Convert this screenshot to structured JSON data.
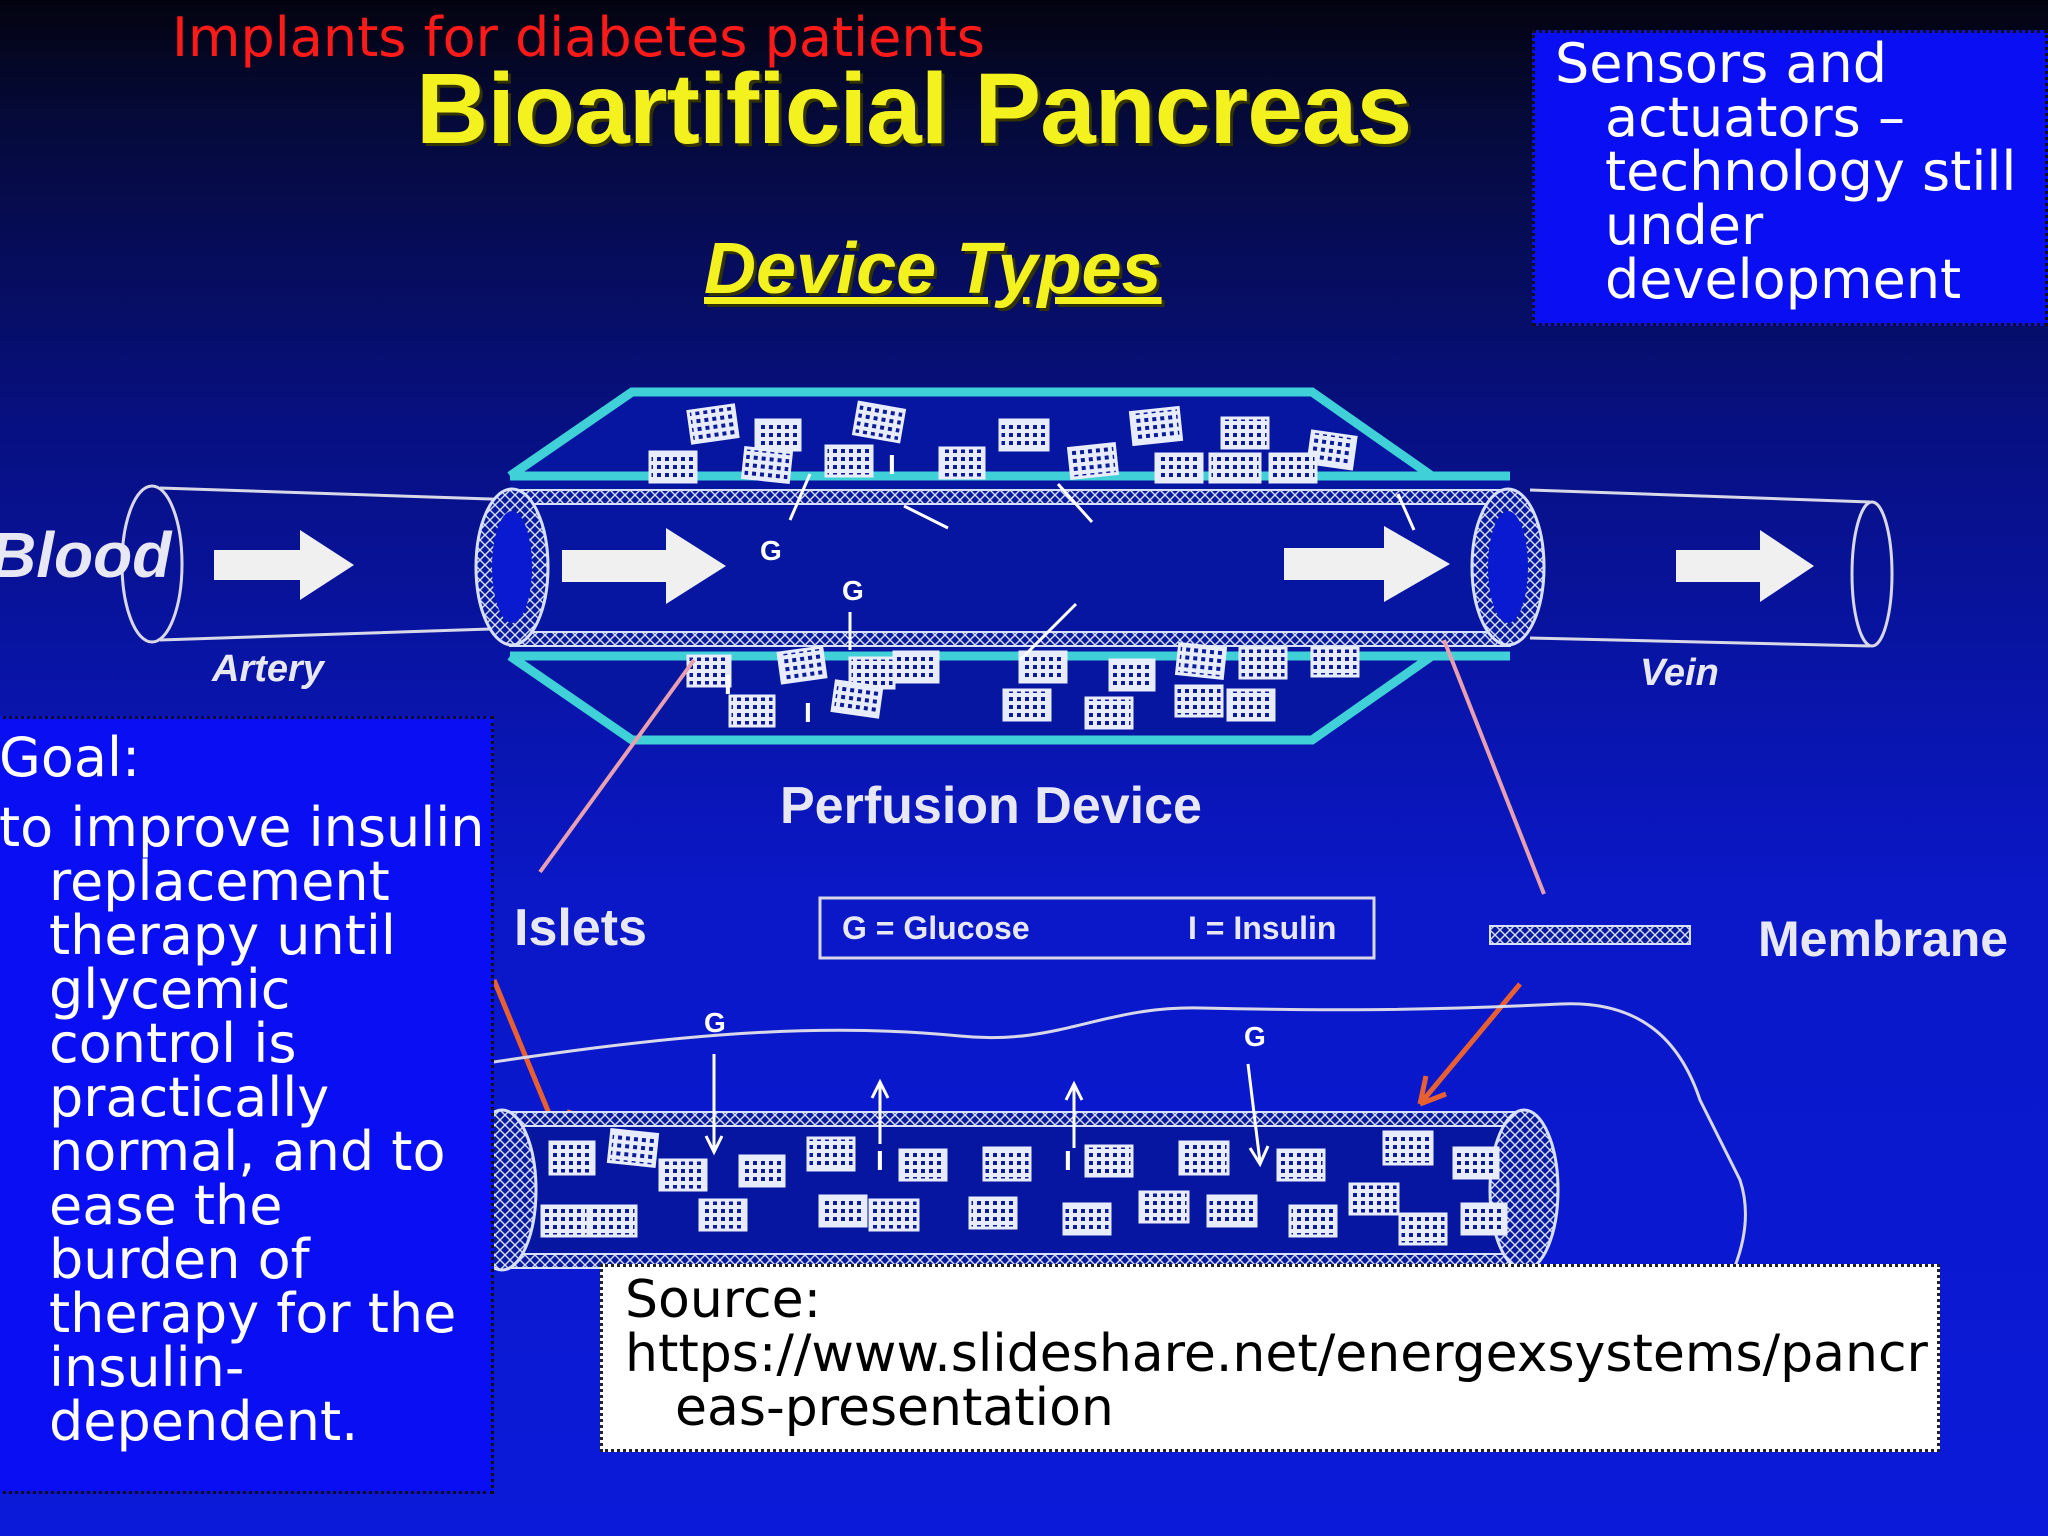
{
  "slide": {
    "top_note": "Implants for diabetes patients",
    "title": "Bioartificial Pancreas",
    "subtitle": "Device Types",
    "sensors_box": {
      "lines": [
        "Sensors and actuators – technology still under development"
      ]
    },
    "goal_box": {
      "heading": "Goal:",
      "text": "to improve insulin replacement therapy until glycemic control is practically normal, and to ease the burden of therapy for the insulin-dependent."
    },
    "source_box": {
      "label": "Source:",
      "text": "https://www.slideshare.net/energexsystems/pancreas-presentation"
    }
  },
  "diagram": {
    "blood_label": "Blood",
    "artery_label": "Artery",
    "vein_label": "Vein",
    "perfusion_label": "Perfusion Device",
    "islets_label": "Islets",
    "membrane_label": "Membrane",
    "legend_glucose": "G = Glucose",
    "legend_insulin": "I = Insulin",
    "glucose_mark": "G",
    "insulin_mark": "I",
    "colors": {
      "tube_outline": "#d8d8e8",
      "device_rim": "#3fd0d8",
      "pointer_pink": "#e8a0b0",
      "pointer_orange": "#e86030",
      "arrow_fill": "#f0f0f0"
    }
  }
}
